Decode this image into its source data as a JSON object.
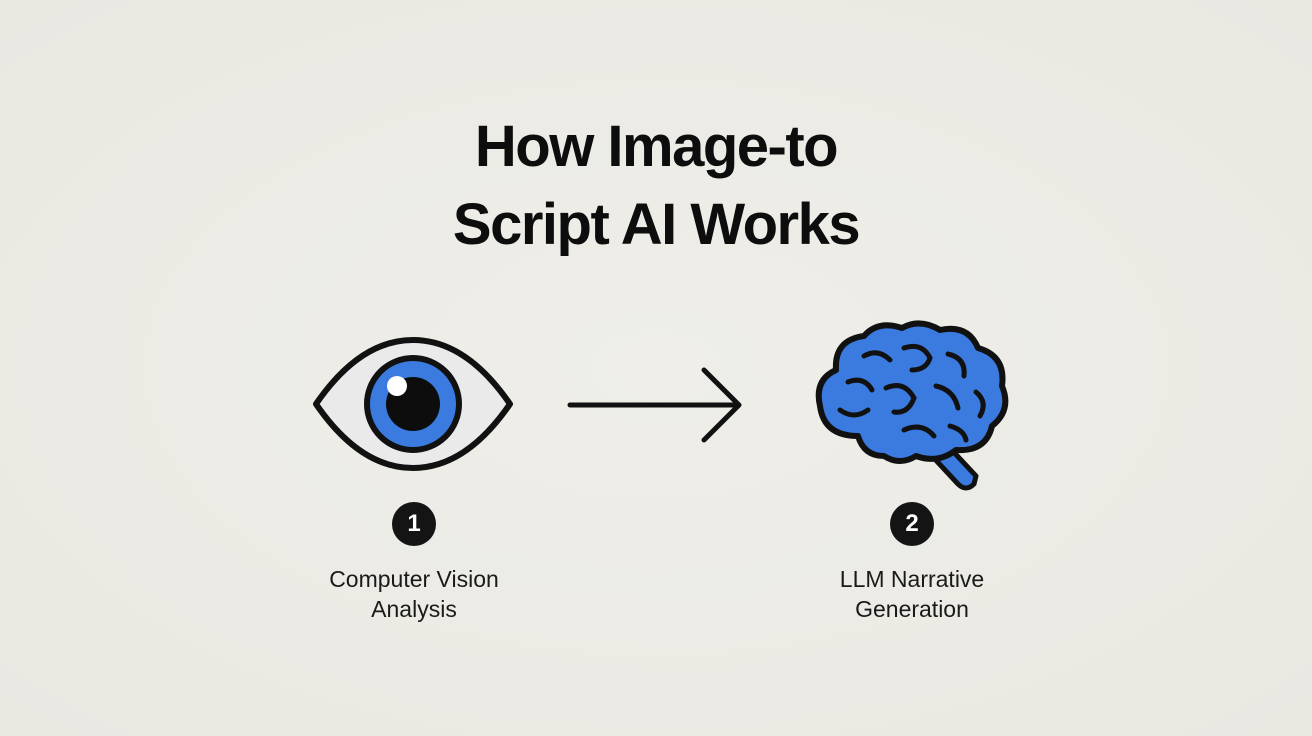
{
  "title": {
    "line1": "How Image-to",
    "line2": "Script AI Works"
  },
  "steps": [
    {
      "number": "1",
      "label_line1": "Computer Vision",
      "label_line2": "Analysis",
      "icon": "eye-icon"
    },
    {
      "number": "2",
      "label_line1": "LLM Narrative",
      "label_line2": "Generation",
      "icon": "brain-icon"
    }
  ],
  "connector_icon": "arrow-right-icon",
  "colors": {
    "background": "#ecebe5",
    "accent_blue": "#3b7be0",
    "ink": "#111111"
  }
}
